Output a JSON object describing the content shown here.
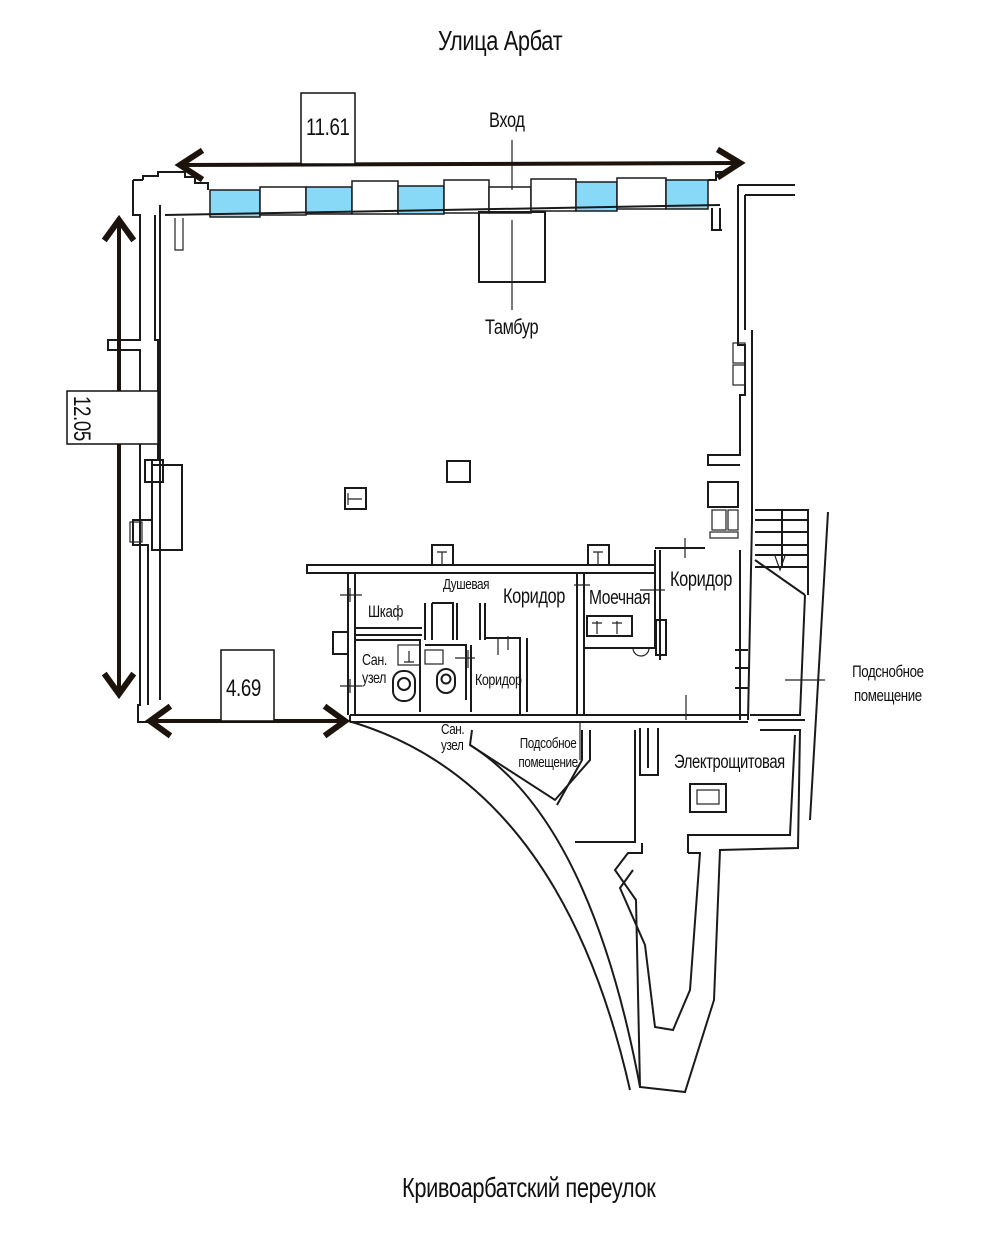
{
  "streets": {
    "top": "Улица Арбат",
    "bottom": "Кривоарбатский переулок"
  },
  "dimensions": {
    "width_top": "11.61",
    "height_left": "12.05",
    "width_bottom": "4.69"
  },
  "rooms": {
    "entrance": "Вход",
    "vestibule": "Тамбур",
    "wardrobe": "Шкаф",
    "shower": "Душевая",
    "corridor_1": "Коридор",
    "washroom": "Моечная",
    "corridor_2": "Коридор",
    "bathroom_1": "Сан. узел",
    "corridor_3": "Коридор",
    "bathroom_2": "Сан. узел",
    "utility_1": "Подсобное помещение",
    "electrical": "Электрощитовая",
    "utility_2": "Подснобное помещение"
  },
  "colors": {
    "window_glass": "#88d8f7",
    "walls": "#1a1a1a",
    "dimension_arrows": "#1c140c"
  }
}
